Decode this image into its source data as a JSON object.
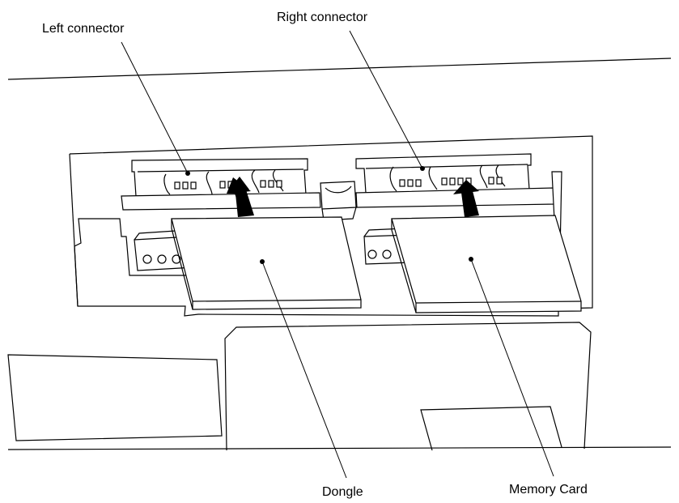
{
  "labels": {
    "left_connector": "Left connector",
    "right_connector": "Right connector",
    "dongle": "Dongle",
    "memory_card": "Memory Card"
  },
  "colors": {
    "line": "#000000",
    "background": "#ffffff"
  }
}
